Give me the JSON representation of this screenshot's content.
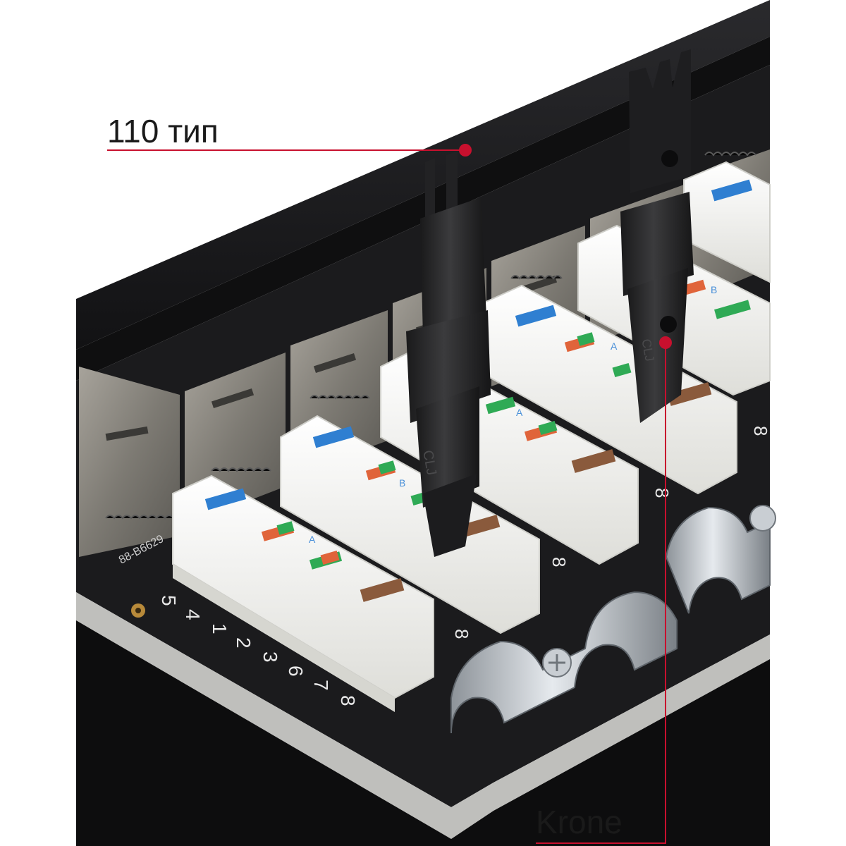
{
  "callouts": {
    "top_tool_label": "110 тип",
    "bottom_tool_label": "Krone"
  },
  "pcb": {
    "part_code": "88-B6629",
    "pin_numbers": [
      "5",
      "4",
      "1",
      "2",
      "3",
      "6",
      "7",
      "8"
    ],
    "block_end_number": "8",
    "pin_letters": [
      "A",
      "B"
    ]
  },
  "tools": {
    "tool_marking": "CLJ"
  },
  "colors": {
    "callout_line": "#c8102e",
    "panel_black": "#1d1d1f",
    "block_white": "#f4f4f2",
    "wire_blue": "#2f7fd1",
    "wire_orange": "#e0643a",
    "wire_green": "#2faa55",
    "wire_brown": "#8a5a3c"
  }
}
